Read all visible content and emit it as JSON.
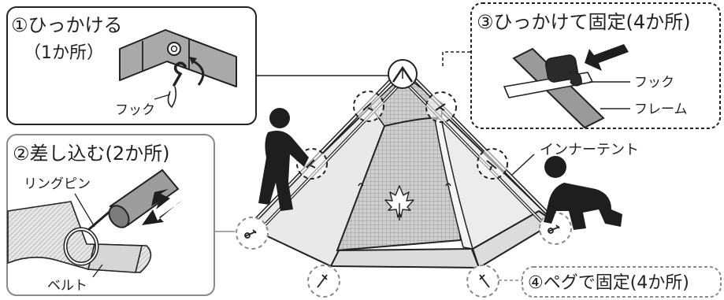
{
  "callouts": {
    "step1_title": "①ひっかける",
    "step1_sub": "（1か所）",
    "step1_hook": "フック",
    "step2_title": "②差し込む(2か所)",
    "step2_pin": "リングピン",
    "step2_belt": "ベルト",
    "step3_title": "③ひっかけて固定(4か所)",
    "step3_hook": "フック",
    "step3_frame": "フレーム",
    "step4_title": "④ペグで固定(4か所)",
    "inner_tent": "インナーテント"
  }
}
